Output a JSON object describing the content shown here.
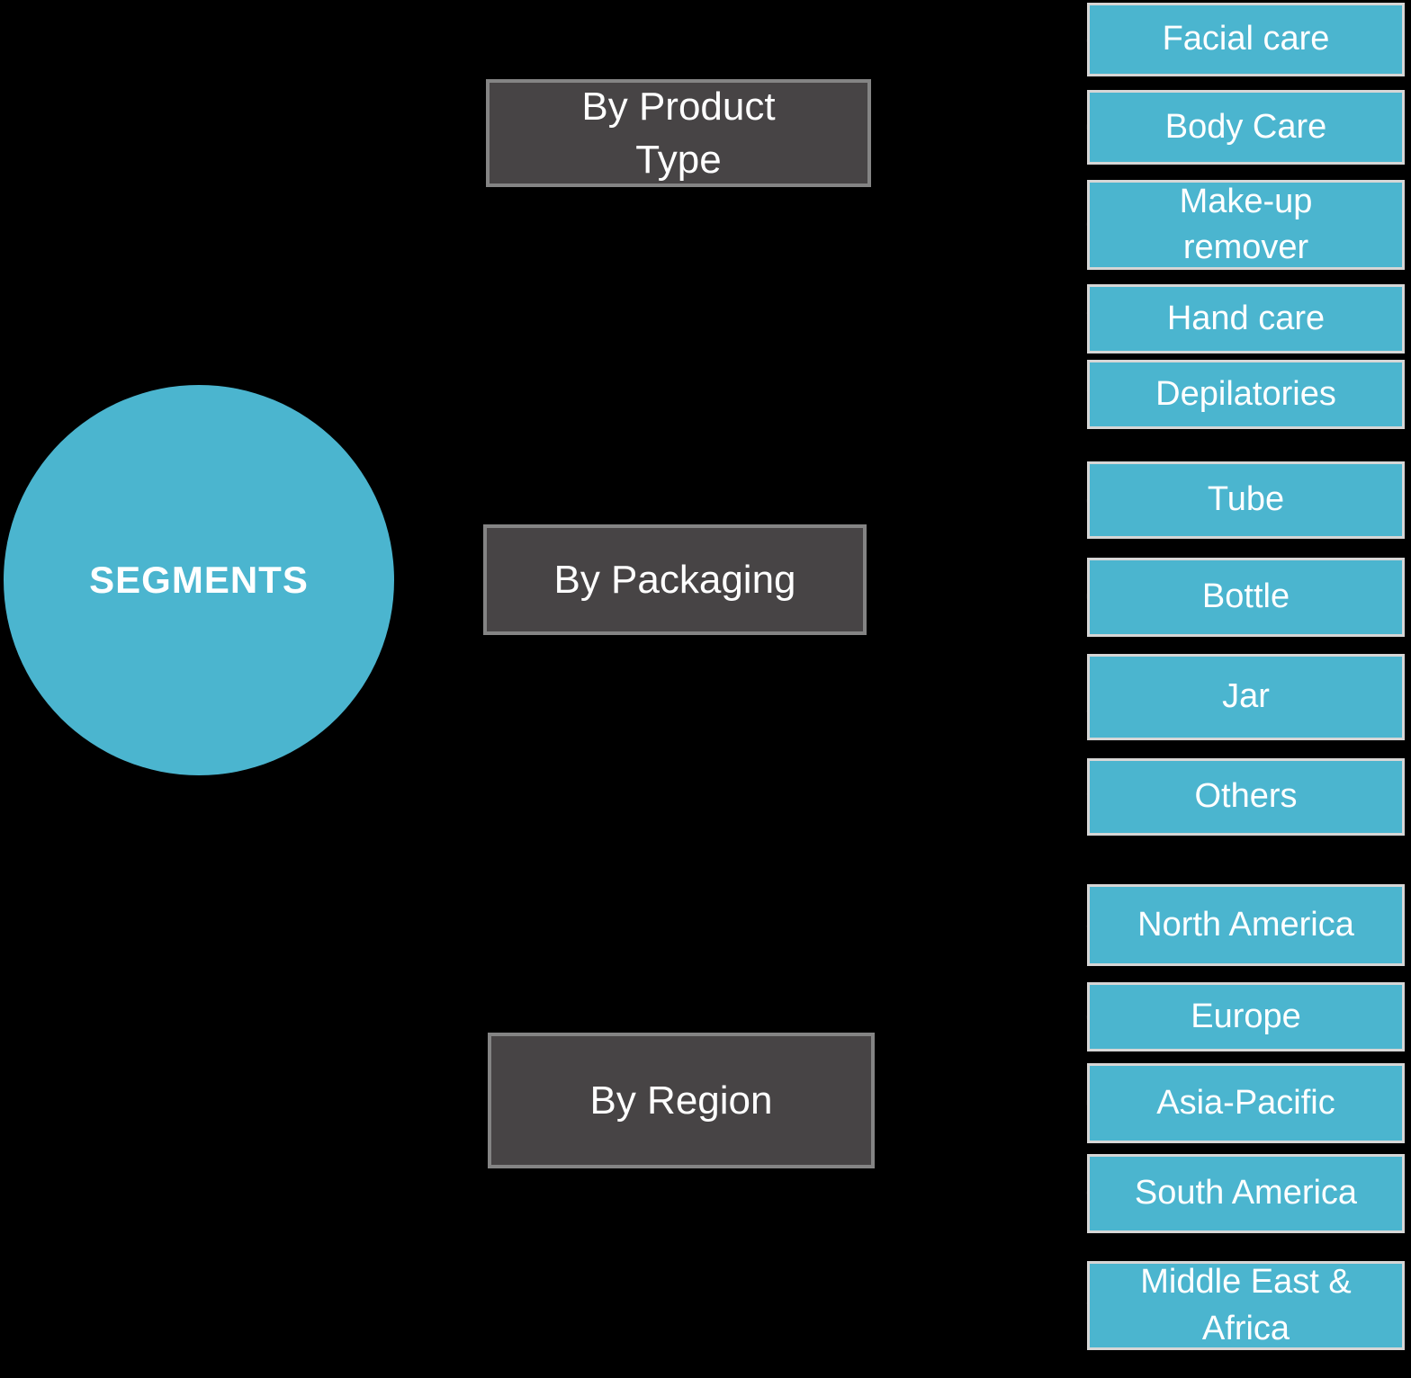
{
  "diagram": {
    "center_label": "SEGMENTS",
    "groups": [
      {
        "label": "By Product\nType",
        "items": [
          "Facial care",
          "Body Care",
          "Make-up\nremover",
          "Hand care",
          "Depilatories"
        ]
      },
      {
        "label": "By Packaging",
        "items": [
          "Tube",
          "Bottle",
          "Jar",
          "Others"
        ]
      },
      {
        "label": "By Region",
        "items": [
          "North America",
          "Europe",
          "Asia-Pacific",
          "South America",
          "Middle East &\nAfrica"
        ]
      }
    ],
    "colors": {
      "hub_and_leaf_fill": "#4bb5cf",
      "category_fill": "#474445",
      "category_border": "#848484",
      "leaf_border": "#d6d6d6",
      "text": "#ffffff",
      "background": "#000000",
      "connector": "#000000"
    }
  }
}
